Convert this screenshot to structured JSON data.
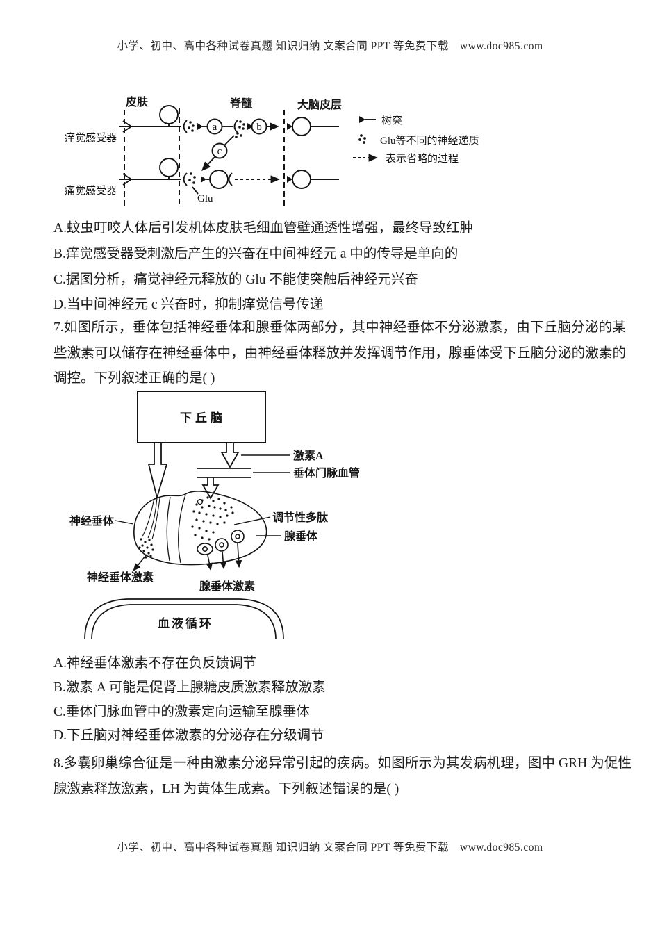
{
  "page": {
    "header": "小学、初中、高中各种试卷真题 知识归纳 文案合同 PPT 等免费下载　www.doc985.com",
    "footer": "小学、初中、高中各种试卷真题 知识归纳 文案合同 PPT 等免费下载　www.doc985.com"
  },
  "q6": {
    "options": [
      "A.蚊虫叮咬人体后引发机体皮肤毛细血管壁通透性增强，最终导致红肿",
      "B.痒觉感受器受刺激后产生的兴奋在中间神经元 a 中的传导是单向的",
      "C.据图分析，痛觉神经元释放的 Glu 不能使突触后神经元兴奋",
      "D.当中间神经元 c 兴奋时，抑制痒觉信号传递"
    ]
  },
  "q7": {
    "stem": "7.如图所示，垂体包括神经垂体和腺垂体两部分，其中神经垂体不分泌激素，由下丘脑分泌的某些激素可以储存在神经垂体中，由神经垂体释放并发挥调节作用，腺垂体受下丘脑分泌的激素的调控。下列叙述正确的是( )",
    "options": [
      "A.神经垂体激素不存在负反馈调节",
      "B.激素 A 可能是促肾上腺糖皮质激素释放激素",
      "C.垂体门脉血管中的激素定向运输至腺垂体",
      "D.下丘脑对神经垂体激素的分泌存在分级调节"
    ]
  },
  "q8": {
    "stem": "8.多囊卵巢综合征是一种由激素分泌异常引起的疾病。如图所示为其发病机理，图中 GRH 为促性腺激素释放激素，LH 为黄体生成素。下列叙述错误的是( )"
  },
  "diagram1": {
    "region_skin": "皮肤",
    "region_spinal_cord": "脊髓",
    "region_cortex": "大脑皮层",
    "itch_receptor": "痒觉感受器",
    "pain_receptor": "痛觉感受器",
    "neuron_a": "a",
    "neuron_b": "b",
    "neuron_c": "c",
    "glu": "Glu",
    "legend_dendrite": "树突",
    "legend_transmitter": "Glu等不同的神经递质",
    "legend_omitted": "表示省略的过程"
  },
  "diagram2": {
    "hypothalamus": "下丘脑",
    "hormone_a": "激素A",
    "portal_vessels": "垂体门脉血管",
    "neurohypophysis": "神经垂体",
    "regulatory_peptides": "调节性多肽",
    "adenohypophysis": "腺垂体",
    "neurohypophysis_hormones": "神经垂体激素",
    "adenohypophysis_hormones": "腺垂体激素",
    "blood_circulation": "血液循环"
  }
}
